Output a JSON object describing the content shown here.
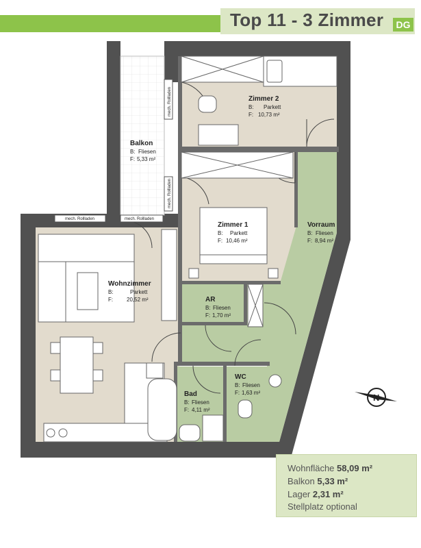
{
  "header": {
    "title": "Top 11 - 3 Zimmer",
    "badge": "DG",
    "accent_color": "#8dc34a",
    "title_box_color": "#dce7c5"
  },
  "rooms": {
    "zimmer2": {
      "name": "Zimmer 2",
      "floor_label": "B:",
      "floor": "Parkett",
      "area_label": "F:",
      "area": "10,73 m²"
    },
    "balkon": {
      "name": "Balkon",
      "floor_label": "B:",
      "floor": "Fliesen",
      "area_label": "F:",
      "area": "5,33 m²"
    },
    "zimmer1": {
      "name": "Zimmer 1",
      "floor_label": "B:",
      "floor": "Parkett",
      "area_label": "F:",
      "area": "10,46 m²"
    },
    "vorraum": {
      "name": "Vorraum",
      "floor_label": "B:",
      "floor": "Fliesen",
      "area_label": "F:",
      "area": "8,94 m²"
    },
    "wohnzimmer": {
      "name": "Wohnzimmer",
      "floor_label": "B:",
      "floor": "Parkett",
      "area_label": "F:",
      "area": "20,52 m²"
    },
    "ar": {
      "name": "AR",
      "floor_label": "B:",
      "floor": "Fliesen",
      "area_label": "F:",
      "area": "1,70 m²"
    },
    "wc": {
      "name": "WC",
      "floor_label": "B:",
      "floor": "Fliesen",
      "area_label": "F:",
      "area": "1,63 m²"
    },
    "bad": {
      "name": "Bad",
      "floor_label": "B:",
      "floor": "Fliesen",
      "area_label": "F:",
      "area": "4,11 m²"
    }
  },
  "shutters": {
    "label": "mech. Rollladen"
  },
  "summary": {
    "wohnflaeche_label": "Wohnfläche",
    "wohnflaeche_value": "58,09 m²",
    "balkon_label": "Balkon",
    "balkon_value": "5,33 m²",
    "lager_label": "Lager",
    "lager_value": "2,31 m²",
    "stellplatz_text": "Stellplatz optional"
  },
  "compass": {
    "icon": "north-arrow-icon",
    "letter": "N"
  }
}
